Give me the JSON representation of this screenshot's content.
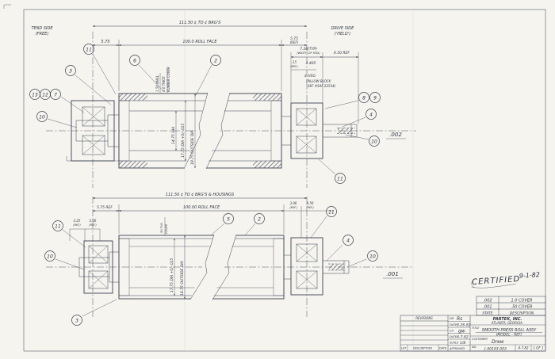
{
  "labels": {
    "tend_side_1": "TEND SIDE",
    "tend_side_2": "(FREE)",
    "drive_side_1": "DRIVE SIDE",
    "drive_side_2": "('HELD')"
  },
  "top_view": {
    "dim_overall": "111.50 ¢ TO ¢ BRG'S",
    "dim_left": "5.75",
    "dim_face": "100.0 ROLL FACE",
    "dim_right": "5.75",
    "dim_right_ref": "(REF)",
    "dim_hsg": "7.38(TYP)",
    "dim_hsg2": "(WIDTH OF HSG)",
    "dim_ext": "6.50 REF",
    "dim_15": ".15",
    "dim_15_ref": "(REF)",
    "dim_3405": "3.405",
    "note_hsg_1": "¢ HSG",
    "note_hsg_2": "(PILLOW BLOCK",
    "note_hsg_3": "SKF #SAF 22534)",
    "wall": "1.50 WALL",
    "cover_1": "1.0 THICK",
    "cover_2": "RUBBER COVER",
    "dia_id": "14.75 DIA",
    "dia_shell": "17.75 DIA +0/-.015",
    "dia_od": "19.75 OUTSIDE DIA",
    "state_ref": ".002",
    "balloons": [
      "11",
      "3",
      "13",
      "12",
      "7",
      "10",
      "6",
      "2",
      "8",
      "9",
      "4",
      "10",
      "11"
    ]
  },
  "bottom_view": {
    "dim_overall": "111.50 ¢ TO ¢ BRG'S & HOUSINGS",
    "dim_left": "5.75 REF",
    "dim_face": "100.00 ROLL FACE",
    "dim_l1": "3.25",
    "dim_l1_ref": "(REF)",
    "dim_l2": "3.06",
    "dim_l2_ref": "(REF)",
    "dim_r1": "3.06",
    "dim_r1_ref": "(REF)",
    "dim_r2": "8.50",
    "dim_r2_ref": "(REF)",
    "cover_1": ".50 THK",
    "cover_2": "COVER",
    "dia_shell": "17.75 DIA +0/-.015",
    "dia_od": "18.75 OUTSIDE DIA",
    "state_ref": ".001",
    "balloons": [
      "11",
      "10",
      "3",
      "5",
      "2",
      "11",
      "4",
      "10"
    ]
  },
  "stamp": {
    "text": "CERTIFIED",
    "date": "9-1-82"
  },
  "state_table": {
    "rows": [
      {
        "state": ".002",
        "desc": "1.0 COVER"
      },
      {
        "state": ".001",
        "desc": ".50 COVER"
      }
    ],
    "header_state": "STATE",
    "header_desc": "DESCRIPTION"
  },
  "title_block": {
    "revisions": "REVISIONS",
    "rev_col_let": "LET",
    "rev_col_desc": "DESCRIPTION",
    "rev_col_date": "DATE",
    "company_1": "PARTEK, INC.",
    "company_2": "ATLANTA, GEORGIA.",
    "title_label": "TITLE",
    "title_1": "SMOOTH PRESS ROLL ASSY",
    "title_2": "(MODEL - REF)",
    "customer_label": "CUSTOMER",
    "customer": "Drew",
    "dr_label": "DR",
    "dr_sig": "Rs",
    "date_label_1": "DATE",
    "date_1": "8-26-82",
    "ch_label": "CH",
    "ch_sig": "gw",
    "date_label_2": "DATE",
    "date_2": "4-7-82",
    "scale_label": "SCALE",
    "scale": "1/8",
    "approved_label": "APPROVED",
    "no_label": "NO.",
    "number": "J-A0193-003",
    "rev_date": "4-7-82",
    "sheet": "1 OF 1"
  }
}
